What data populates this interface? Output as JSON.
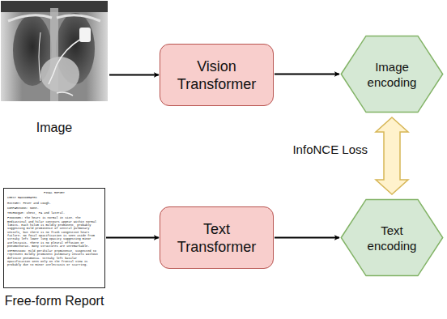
{
  "diagram": {
    "nodes": [
      {
        "text": [
          "Image"
        ]
      },
      {
        "text": [
          "Vision Transformer"
        ]
      },
      {
        "text": [
          "Image encoding"
        ]
      },
      {
        "text": [
          "FINAL REPORT",
          "CHEST RADIOGRAPHS",
          "HISTORY: Fever and cough.",
          "COMPARISONS: None.",
          "TECHNIQUE: Chest, PA and lateral.",
          "FINDINGS: The heart is normal in size. The mediastinal and hilar contours appear within normal limits. Each hilum is mildly prominent, probably suggesting mild prominence of central pulmonary vessels, but there is no frank congestive heart failure. No focal opacification is seen aside from streaky left lower lung opacity suggesting minor atelectasis. There is no pleural effusion or pneumothorax. Bony structures are unremarkable.",
          "IMPRESSION: Mild perihilar prominence, suspected to represent mildly prominent pulmonary vessels without definite pneumonia. Streaky left basilar opacification seen only on the frontal view is probably due to minor atelectasis or scarring.",
          "Free-form Report"
        ]
      },
      {
        "text": [
          "Text Transformer"
        ]
      },
      {
        "text": [
          "Text encoding"
        ]
      }
    ],
    "edges": [
      {
        "from": 0,
        "to": 1,
        "arrow": "to"
      },
      {
        "from": 1,
        "to": 2,
        "arrow": "to"
      },
      {
        "from": 2,
        "to": 5,
        "label": "InfoNCE Loss",
        "arrow": "both"
      },
      {
        "from": 3,
        "to": 4,
        "arrow": "to"
      },
      {
        "from": 4,
        "to": 5,
        "arrow": "to"
      }
    ]
  }
}
